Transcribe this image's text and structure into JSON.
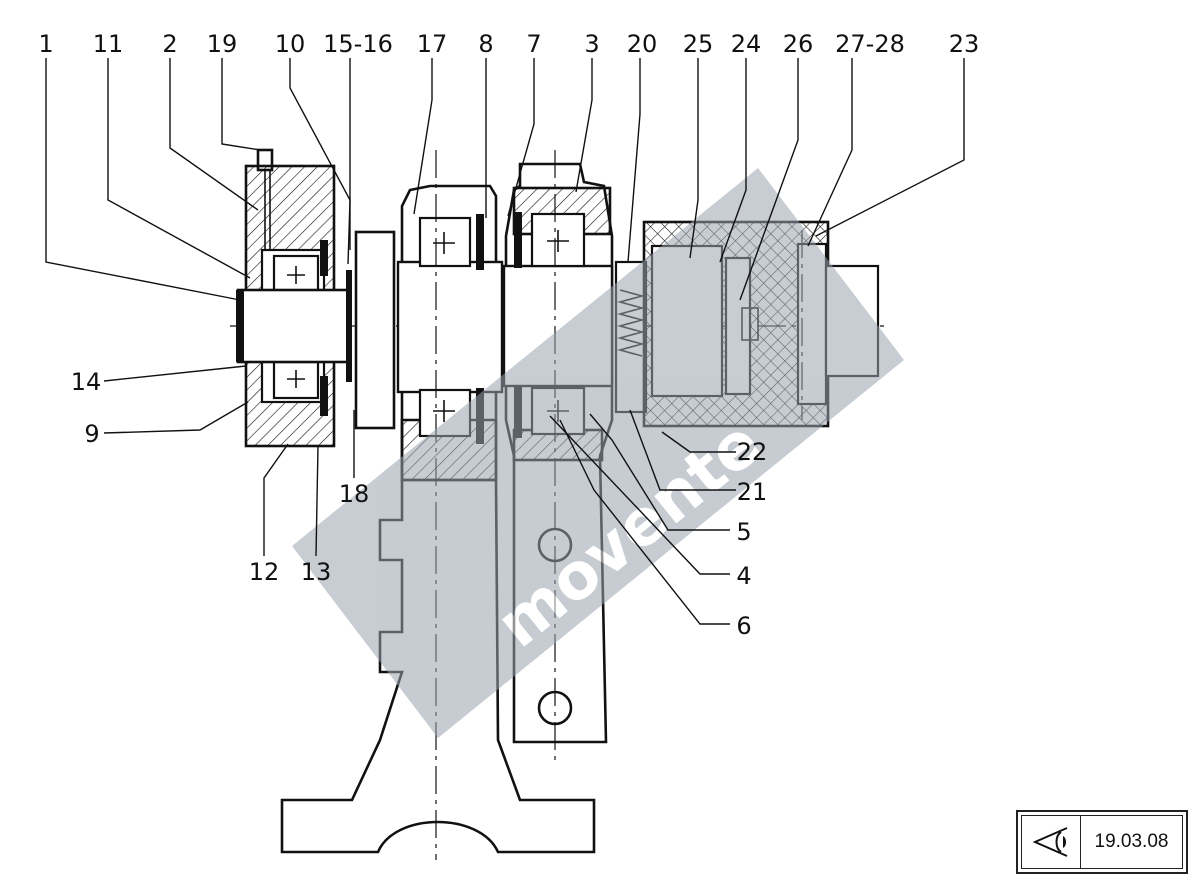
{
  "callouts": {
    "top": [
      "1",
      "11",
      "2",
      "19",
      "10",
      "15-16",
      "17",
      "8",
      "7",
      "3",
      "20",
      "25",
      "24",
      "26",
      "27-28",
      "23"
    ],
    "left": [
      "14",
      "9"
    ],
    "bottom": [
      "12",
      "13",
      "18"
    ],
    "right": [
      "22",
      "21",
      "5",
      "4",
      "6"
    ]
  },
  "watermark": {
    "text": "movente",
    "color": "#9aa4ae"
  },
  "legend": {
    "icon": "eye-view-icon",
    "date": "19.03.08"
  },
  "colors": {
    "ink": "#111111",
    "background": "#ffffff"
  }
}
